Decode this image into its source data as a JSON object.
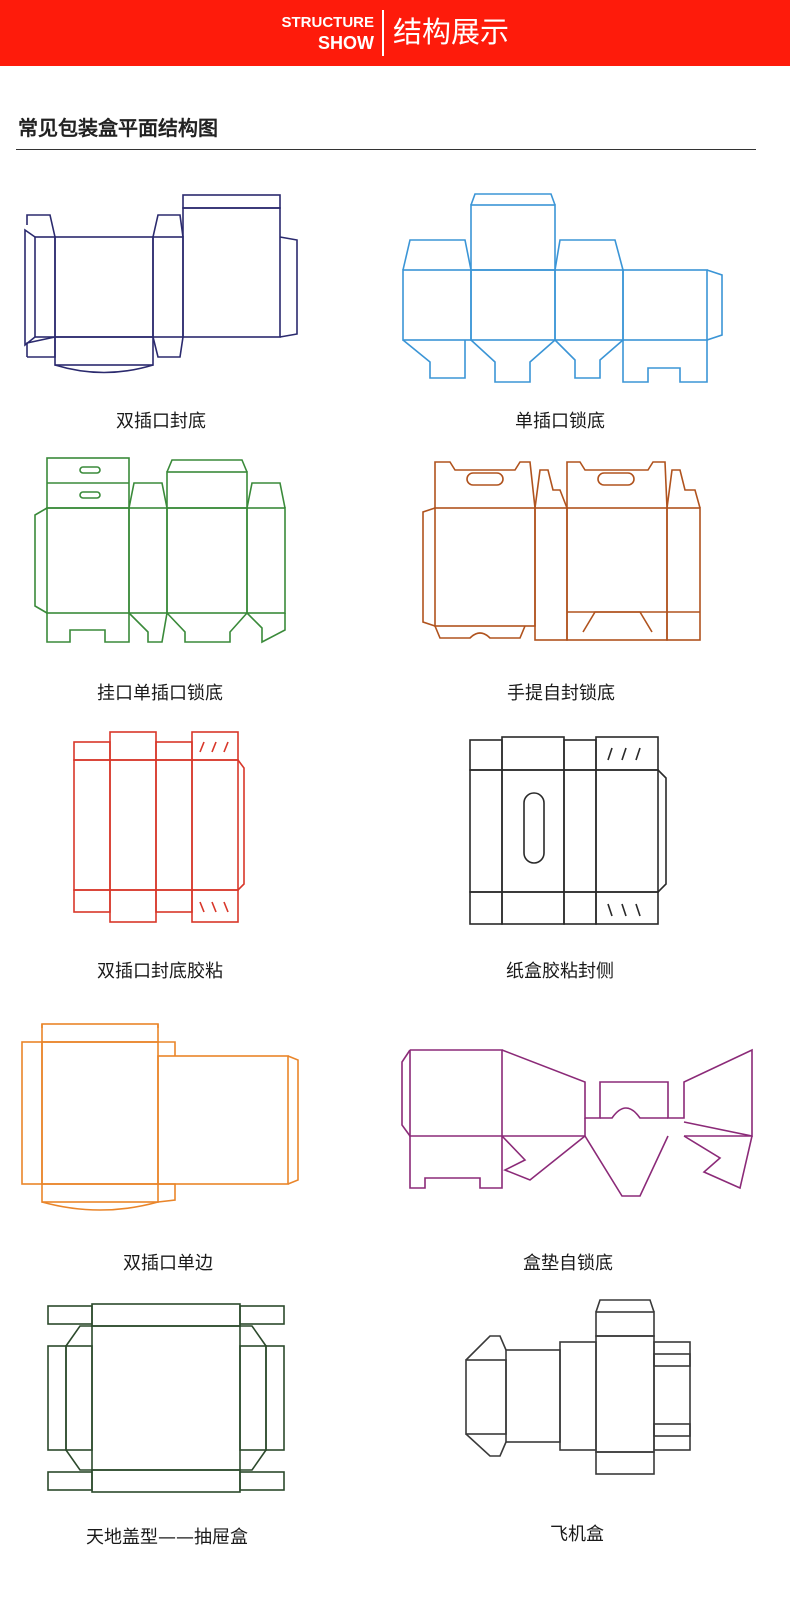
{
  "banner": {
    "en_line1": "STRUCTURE",
    "en_line2": "SHOW",
    "zh": "结构展示",
    "color": "#fe1b0b"
  },
  "section": {
    "title": "常见包装盒平面结构图"
  },
  "diagrams": [
    {
      "caption": "双插口封底",
      "color": "#2b2a6e"
    },
    {
      "caption": "单插口锁底",
      "color": "#3b95d6"
    },
    {
      "caption": "挂口单插口锁底",
      "color": "#3a8a3a"
    },
    {
      "caption": "手提自封锁底",
      "color": "#b0531e"
    },
    {
      "caption": "双插口封底胶粘",
      "color": "#d8372a"
    },
    {
      "caption": "纸盒胶粘封侧",
      "color": "#2a2a2a"
    },
    {
      "caption": "双插口单边",
      "color": "#e9852a"
    },
    {
      "caption": "盒垫自锁底",
      "color": "#8b2a78"
    },
    {
      "caption": "天地盖型——抽屉盒",
      "color": "#2c4a2c"
    },
    {
      "caption": "飞机盒",
      "color": "#3a3a3a"
    }
  ]
}
